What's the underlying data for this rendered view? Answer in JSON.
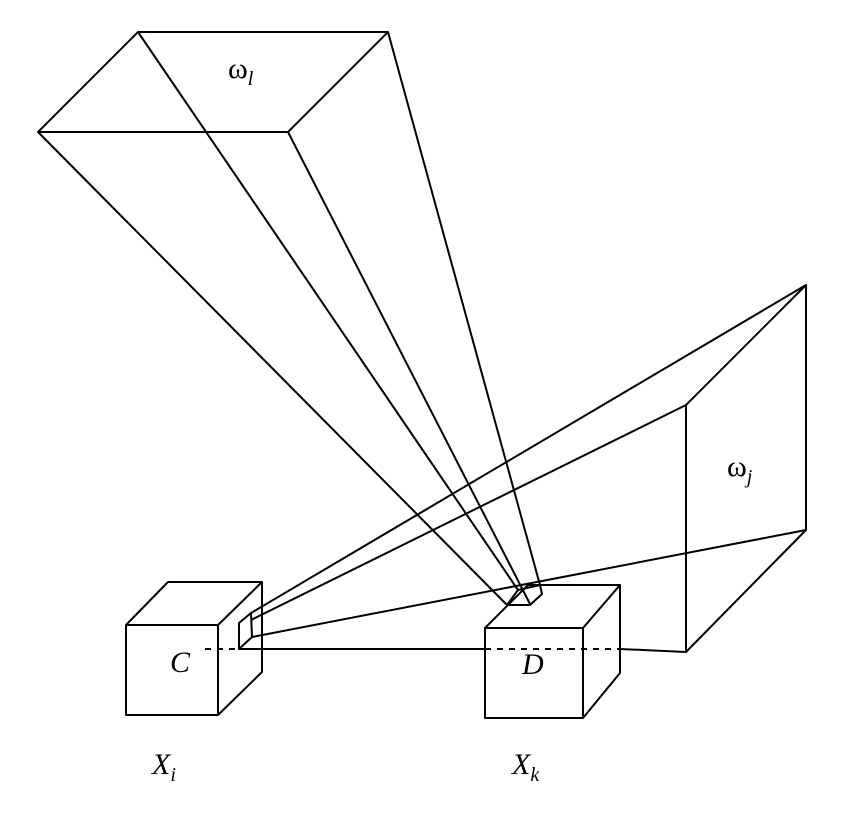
{
  "labels": {
    "omega_l": {
      "base": "ω",
      "sub": "l"
    },
    "omega_j": {
      "base": "ω",
      "sub": "j"
    },
    "cube_c": "C",
    "cube_d": "D",
    "x_i": {
      "base": "X",
      "sub": "i"
    },
    "x_k": {
      "base": "X",
      "sub": "k"
    }
  }
}
